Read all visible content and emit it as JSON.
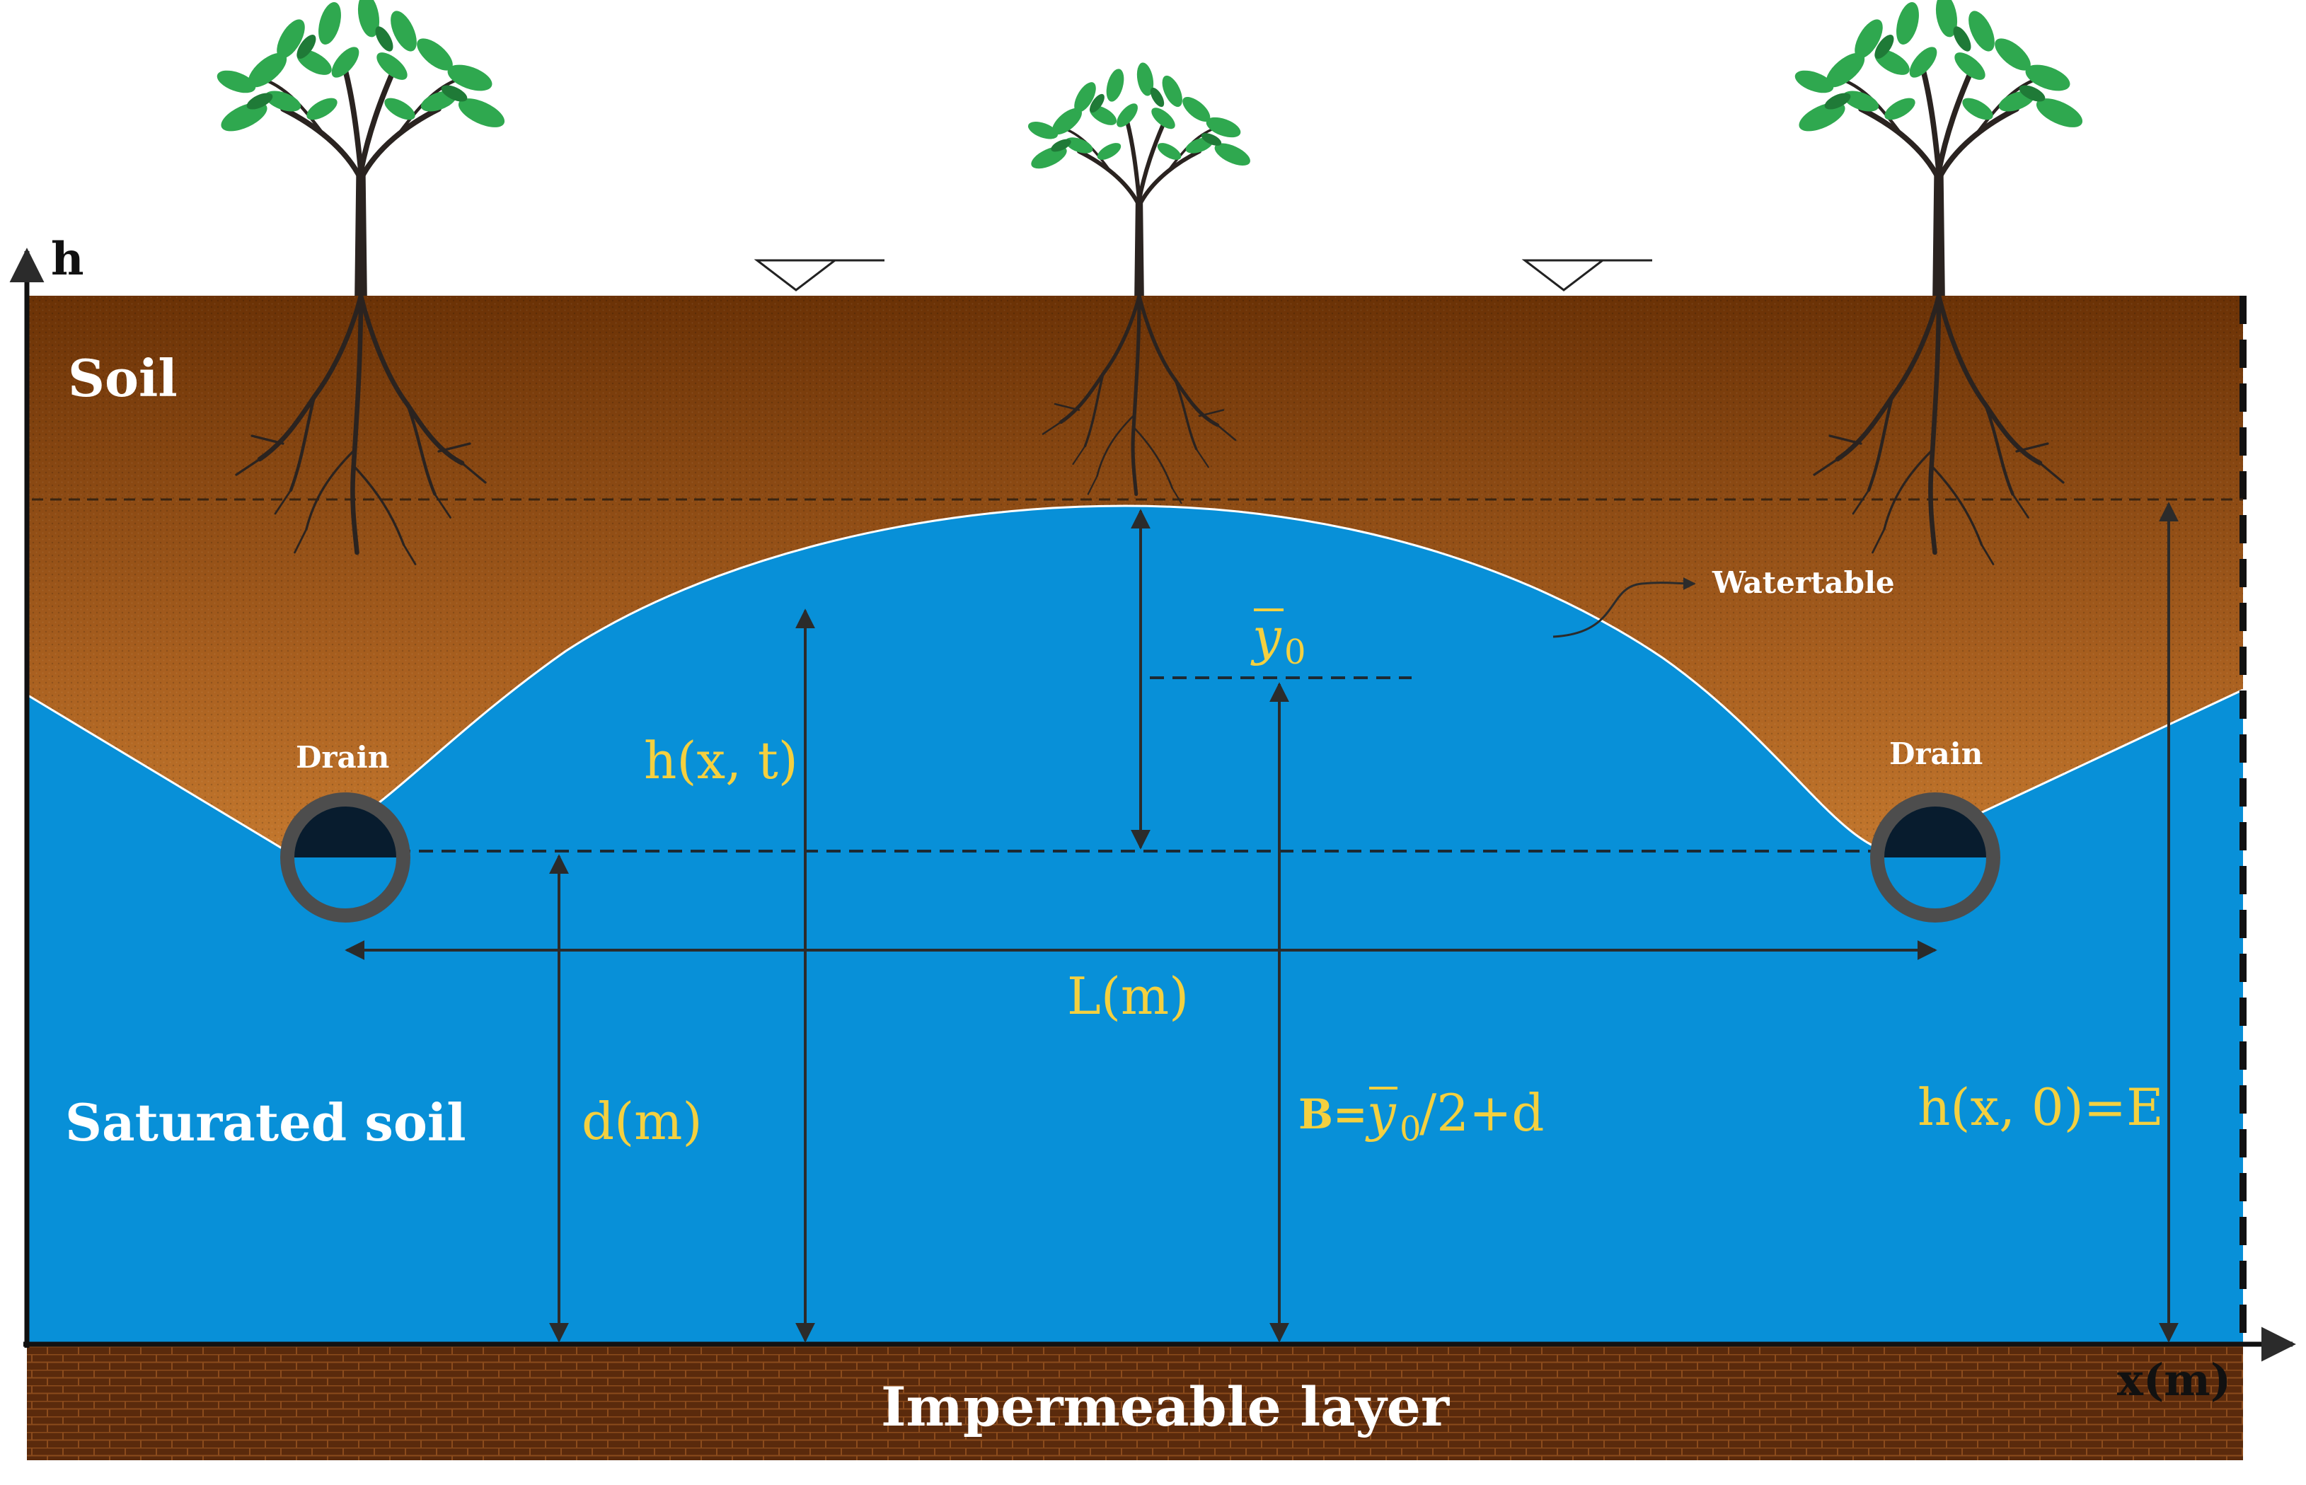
{
  "axes": {
    "y_label": "h",
    "x_label": "x(m)"
  },
  "layers": {
    "soil": "Soil",
    "saturated": "Saturated soil",
    "impermeable": "Impermeable layer"
  },
  "labels": {
    "drain_left": "Drain",
    "drain_right": "Drain",
    "watertable": "Watertable",
    "y0_symbol": "y",
    "y0_subscript": "0",
    "h_xt": "h(x, t)",
    "L": "L(m)",
    "d": "d(m)",
    "B_prefix": "B=",
    "B_symbol": "y",
    "B_subscript": "0",
    "B_suffix": "/2+d",
    "h_x0": "h(x, 0)=E"
  },
  "colors": {
    "soil_dark": "#6b3206",
    "soil_light": "#f8b35a",
    "water": "#0890d8",
    "impermeable": "#5a2a0c",
    "label_yellow": "#f4d03f",
    "arrow": "#2b2b2b",
    "tree_leaf": "#2fa84f",
    "tree_trunk": "#2a2320"
  },
  "icons": {
    "tree": "tree-icon",
    "drain": "drain-pipe-icon",
    "water_level": "water-level-marker-icon"
  }
}
